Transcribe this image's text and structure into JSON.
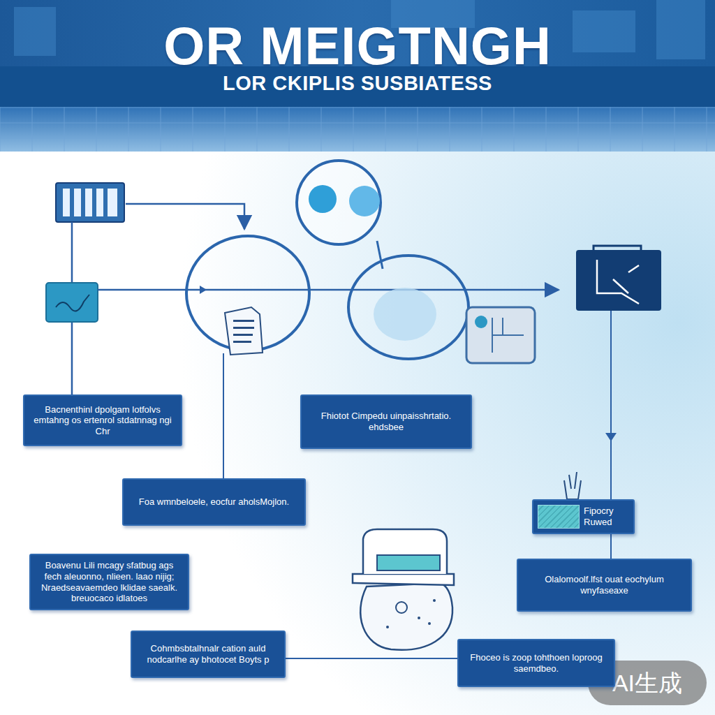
{
  "diagram": {
    "title": "OR MEIGTNGH",
    "nodes": [
      {
        "text": [
          "Bacnenthinl dpolgam lotfolvs emtahng os ertenrol stdatnnag ngi Chr"
        ]
      },
      {
        "text": [
          "Fhiotot Cimpedu uinpaisshrtatio. ehdsbee"
        ]
      },
      {
        "text": [
          "Foa wmnbeloele, eocfur aholsMojlon."
        ]
      },
      {
        "text": [
          "Fipocry Ruwed"
        ]
      },
      {
        "text": [
          "Boavenu Lili mcagy sfatbug ags fech aleuonno, nlieen. laao nijig; Nraedseavaemdeo lklidae saealk. breuocaco idlatoes"
        ]
      },
      {
        "text": [
          "Olalomoolf.lfst ouat eochylum wnyfaseaxe"
        ]
      },
      {
        "text": [
          "Cohmbsbtalhnalr cation auld nodcarlhe ay bhotocet Boyts p"
        ]
      },
      {
        "text": [
          "Fhoceo is zoop tohthoen loproog saemdbeo."
        ]
      }
    ],
    "edges": [
      {
        "from": 3,
        "to": 5,
        "arrow": "none"
      },
      {
        "from": 6,
        "to": 7,
        "arrow": "none"
      }
    ],
    "labels": [
      "LOR CKIPLIS SUSBIATESS",
      "AI生成"
    ]
  }
}
